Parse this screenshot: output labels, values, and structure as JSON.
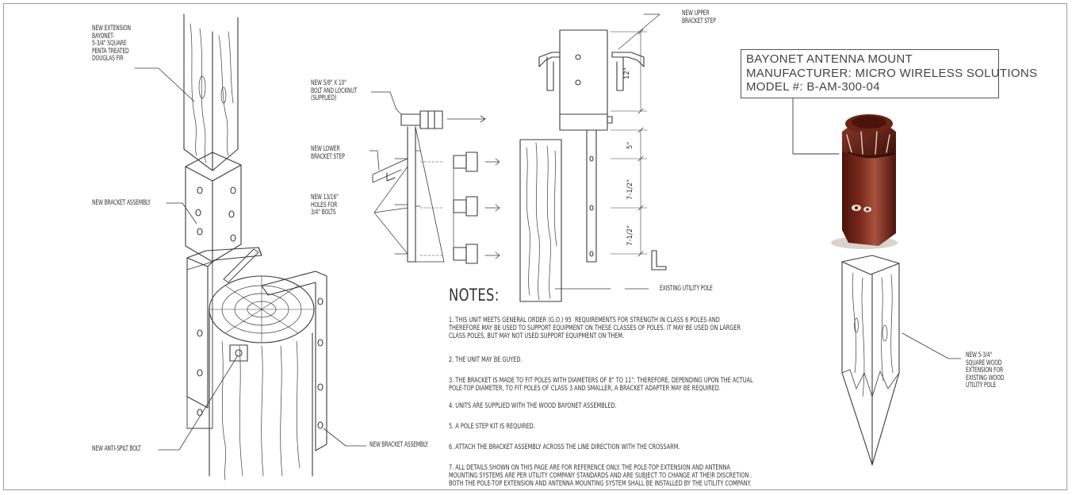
{
  "callouts": {
    "extension": [
      "NEW EXTENSION",
      "BAYONET-",
      "5-3/4\" SQUARE",
      "PENTA TREATED",
      "DOUGLAS FIR"
    ],
    "bracket_assembly_left": [
      "NEW BRACKET ASSEMBLY"
    ],
    "anti_split_bolt": [
      "NEW ANTI-SPILT BOLT"
    ],
    "bracket_assembly_bottom": [
      "NEW BRACKET ASSEMBLY"
    ],
    "bolt": [
      "NEW 5/8\" x 10\"",
      "BOLT AND LOCKNUT",
      "(SUPPLIED)"
    ],
    "lower_step": [
      "NEW LOWER",
      "BRACKET STEP"
    ],
    "holes": [
      "NEW 13/16\"",
      "HOLES FOR",
      "3/4\" BOLTS"
    ],
    "upper_step": [
      "NEW UPPER",
      "BRACKET STEP"
    ],
    "existing_pole": [
      "EXISTING UTILITY POLE"
    ],
    "wood_extension": [
      "NEW 5-3/4\"",
      "SQUARE WOOD",
      "EXTENSION FOR",
      "EXISTING WOOD",
      "UTILITY POLE"
    ]
  },
  "dimensions": {
    "d1": "5\"",
    "d2": "7-1/2\"",
    "d3": "7-1/2\"",
    "d4": "12\""
  },
  "model_box": {
    "line1": "BAYONET ANTENNA MOUNT",
    "line2": "MANUFACTURER: MICRO WIRELESS SOLUTIONS",
    "line3": "MODEL #:  B-AM-300-04"
  },
  "notes": {
    "title": "NOTES:",
    "n1": "1. THIS UNIT MEETS GENERAL ORDER (G.O.) 95  REQUIREMENTS FOR STRENGTH IN CLASS 6 POLES AND\nTHEREFORE MAY BE USED TO SUPPORT EQUIPMENT ON THESE CLASSES OF POLES. IT MAY BE USED ON LARGER\nCLASS POLES, BUT MAY NOT USED SUPPORT EQUIPMENT ON THEM.",
    "n2": "2. THE UNIT MAY BE GUYED.",
    "n3": "3. THE BRACKET IS MADE TO FIT POLES WITH DIAMETERS OF 8\" TO 11\". THEREFORE, DEPENDING UPON THE ACTUAL\nPOLE-TOP DIAMETER, TO FIT POLES OF CLASS 3 AND SMALLER, A BRACKET ADAPTER MAY BE REQUIRED.",
    "n4": "4. UNITS ARE SUPPLIED WITH THE WOOD BAYONET ASSEMBLED.",
    "n5": "5. A POLE STEP KIT IS REQUIRED.",
    "n6": "6. ATTACH THE BRACKET ASSEMBLY ACROSS THE LINE DIRECTION WITH THE CROSSARM.",
    "n7": "7. ALL DETAILS SHOWN ON THIS PAGE ARE FOR REFERENCE ONLY. THE POLE-TOP EXTENSION AND ANTENNA\nMOUNTING SYSTEMS ARE PER UTILITY COMPANY STANDARDS AND ARE SUBJECT TO CHANGE AT THEIR DISCRETION .\nBOTH THE POLE-TOP EXTENSION AND ANTENNA MOUNTING SYSTEM SHALL BE INSTALLED BY THE UTILITY COMPANY."
  },
  "colors": {
    "line": "#3a3a3a",
    "product_dark": "#5a1c12",
    "product_mid": "#7b2a1c",
    "product_light": "#a8523d"
  }
}
